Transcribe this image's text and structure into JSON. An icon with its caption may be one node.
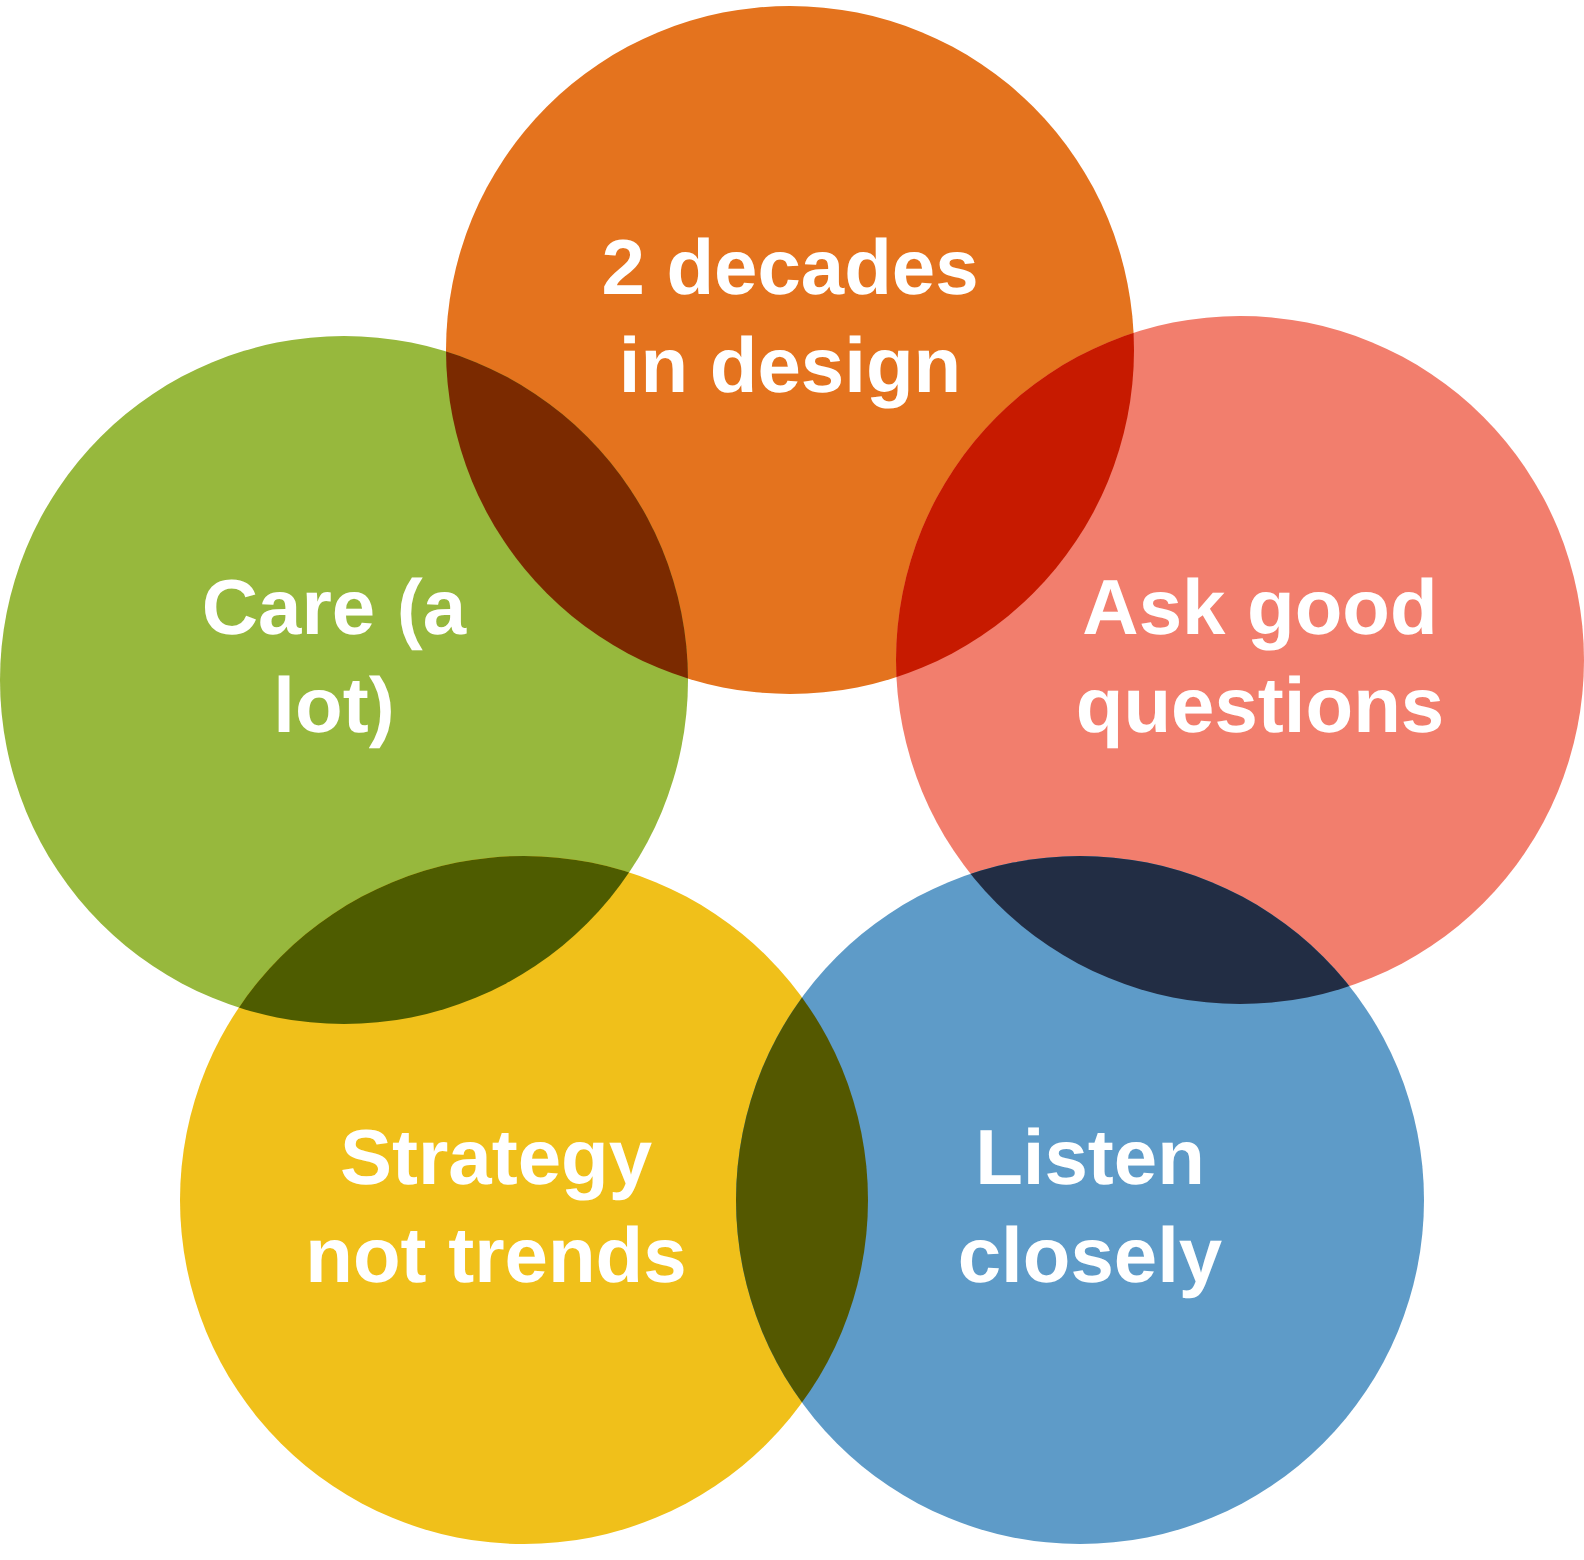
{
  "diagram": {
    "nodes": [
      {
        "text": [
          "2 decades in design"
        ]
      },
      {
        "text": [
          "Care (a lot)"
        ]
      },
      {
        "text": [
          "Ask good questions"
        ]
      },
      {
        "text": [
          "Strategy not trends"
        ]
      },
      {
        "text": [
          "Listen closely"
        ]
      }
    ]
  }
}
